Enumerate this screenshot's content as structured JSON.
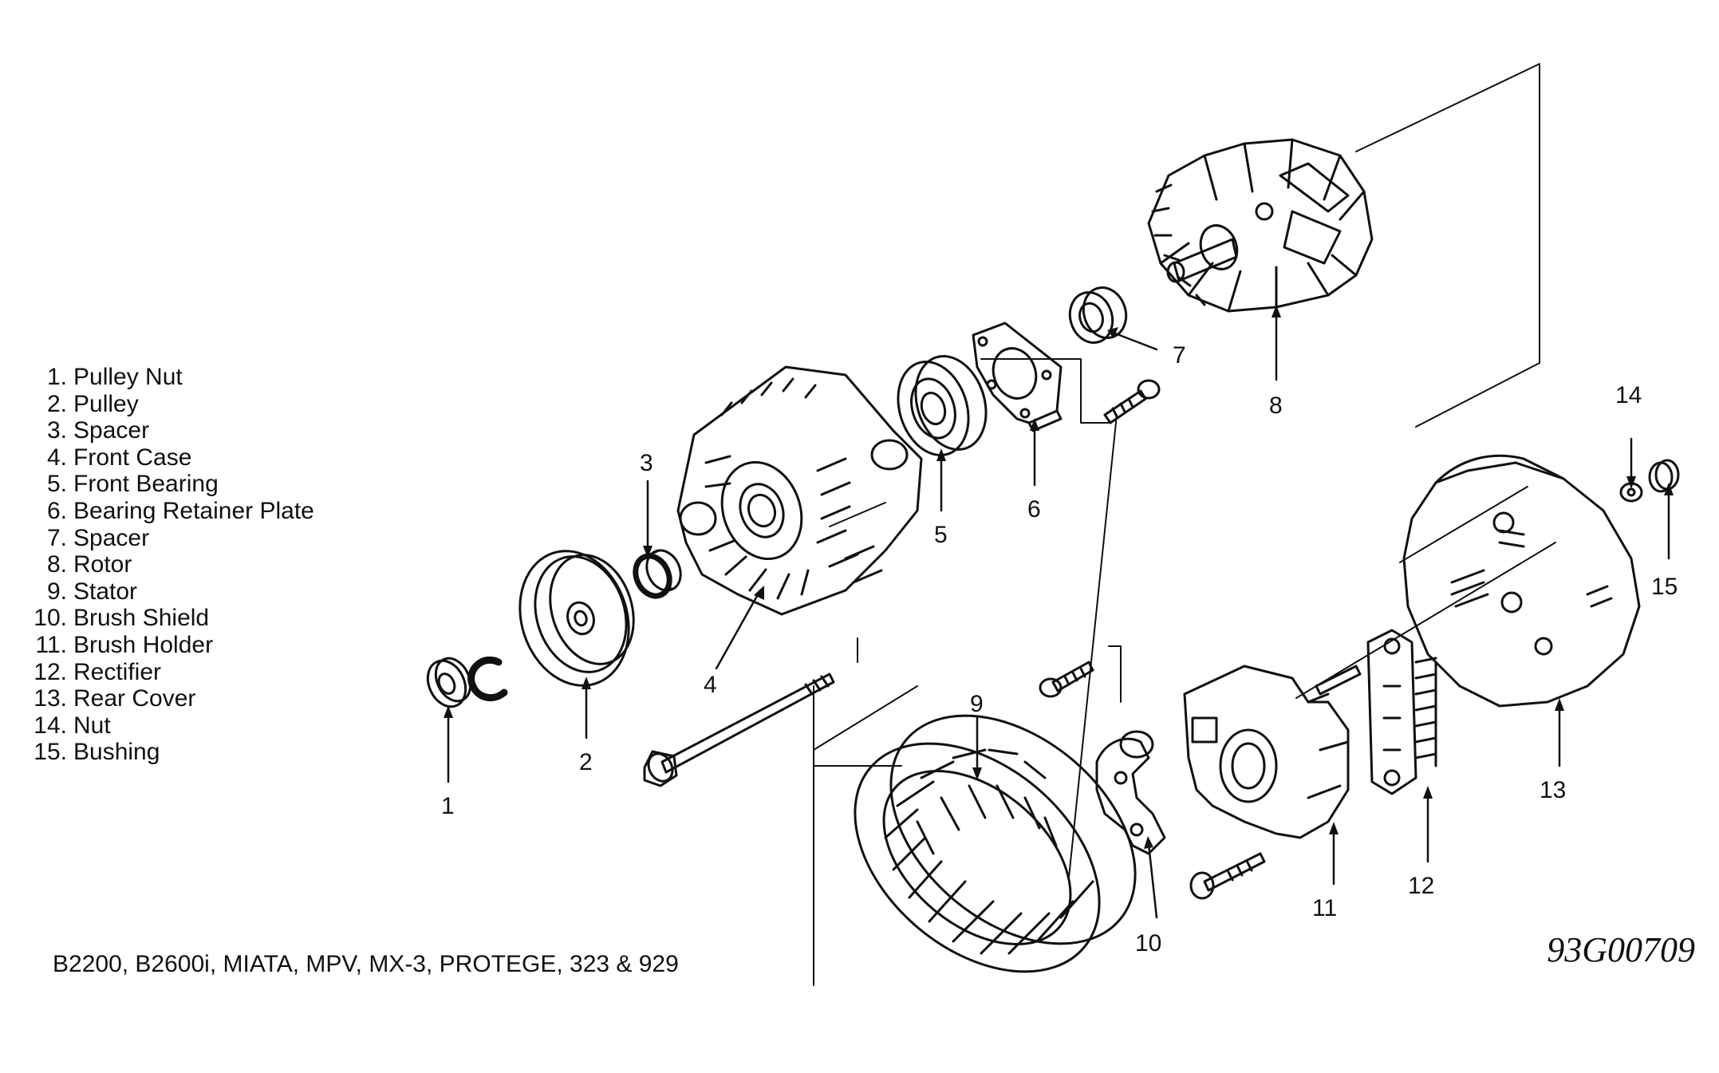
{
  "legend": {
    "items": [
      {
        "num": "1.",
        "label": "Pulley Nut"
      },
      {
        "num": "2.",
        "label": "Pulley"
      },
      {
        "num": "3.",
        "label": "Spacer"
      },
      {
        "num": "4.",
        "label": "Front Case"
      },
      {
        "num": "5.",
        "label": "Front Bearing"
      },
      {
        "num": "6.",
        "label": "Bearing Retainer Plate"
      },
      {
        "num": "7.",
        "label": "Spacer"
      },
      {
        "num": "8.",
        "label": "Rotor"
      },
      {
        "num": "9.",
        "label": "Stator"
      },
      {
        "num": "10.",
        "label": "Brush Shield"
      },
      {
        "num": "11.",
        "label": "Brush Holder"
      },
      {
        "num": "12.",
        "label": "Rectifier"
      },
      {
        "num": "13.",
        "label": "Rear Cover"
      },
      {
        "num": "14.",
        "label": "Nut"
      },
      {
        "num": "15.",
        "label": "Bushing"
      }
    ]
  },
  "callouts": {
    "c1": "1",
    "c2": "2",
    "c3": "3",
    "c4": "4",
    "c5": "5",
    "c6": "6",
    "c7": "7",
    "c8": "8",
    "c9": "9",
    "c10": "10",
    "c11": "11",
    "c12": "12",
    "c13": "13",
    "c14": "14",
    "c15": "15"
  },
  "models_text": "B2200, B2600i, MIATA, MPV, MX-3, PROTEGE, 323 & 929",
  "figure_id": "93G00709",
  "colors": {
    "ink": "#111111",
    "background": "#ffffff"
  }
}
